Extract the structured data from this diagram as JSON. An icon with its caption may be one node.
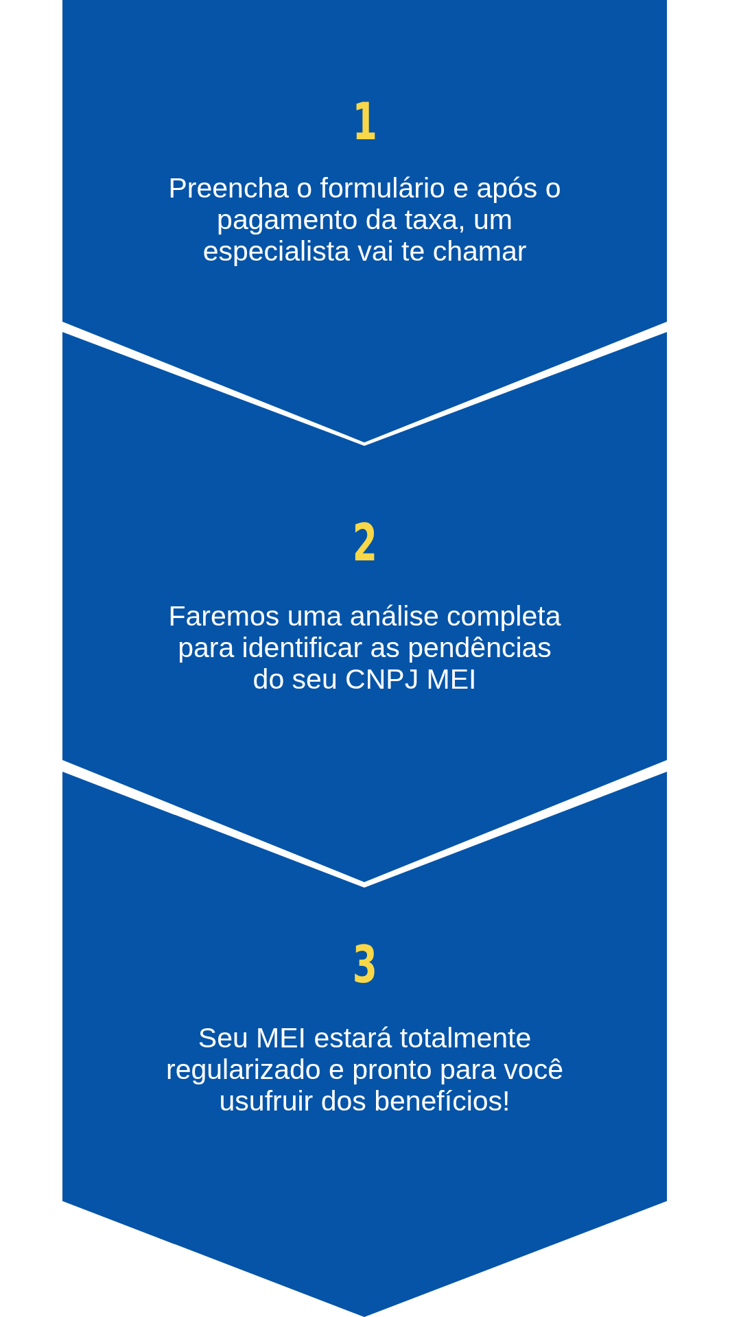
{
  "diagram": {
    "nodes": [
      {
        "text": [
          "1",
          "Preencha o formulário e após o pagamento da taxa, um especialista vai te chamar"
        ]
      },
      {
        "text": [
          "2",
          "Faremos uma análise completa para identificar as pendências do seu CNPJ MEI"
        ]
      },
      {
        "text": [
          "3",
          "Seu MEI estará totalmente regularizado e pronto para você usufruir dos benefícios!"
        ]
      }
    ]
  }
}
